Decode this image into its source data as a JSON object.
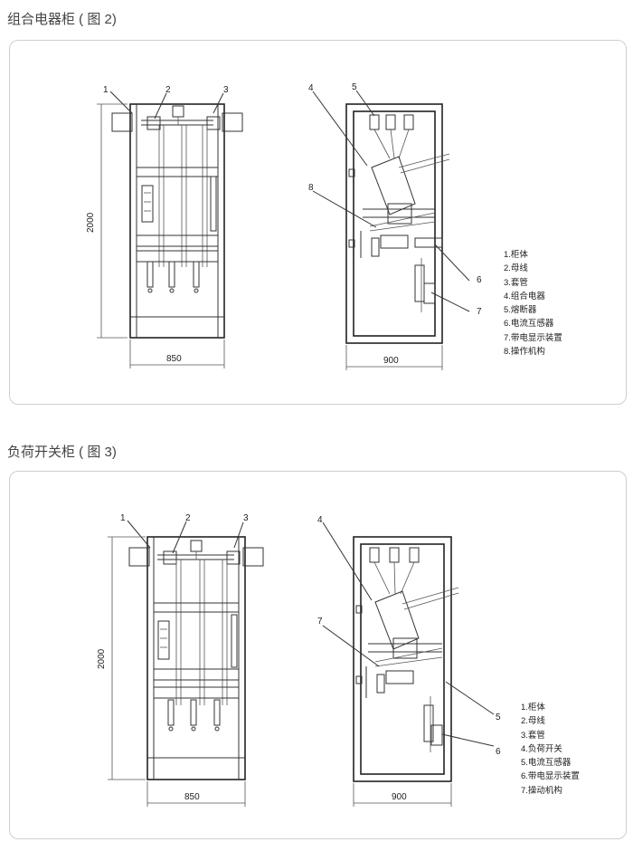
{
  "sections": [
    {
      "title": "组合电器柜 ( 图 2)",
      "front_labels": [
        "1",
        "2",
        "3"
      ],
      "side_labels": [
        "4",
        "5",
        "8",
        "6",
        "7"
      ],
      "dim_height": "2000",
      "dim_front_width": "850",
      "dim_side_width": "900",
      "legend": [
        "1.柜体",
        "2.母线",
        "3.套管",
        "4.组合电器",
        "5.熔断器",
        "6.电流互感器",
        "7.带电显示装置",
        "8.操作机构"
      ]
    },
    {
      "title": "负荷开关柜 ( 图 3)",
      "front_labels": [
        "1",
        "2",
        "3"
      ],
      "side_labels": [
        "4",
        "7",
        "5",
        "6"
      ],
      "dim_height": "2000",
      "dim_front_width": "850",
      "dim_side_width": "900",
      "legend": [
        "1.柜体",
        "2.母线",
        "3.套管",
        "4.负荷开关",
        "5.电流互感器",
        "6.带电显示装置",
        "7.操动机构"
      ]
    }
  ]
}
